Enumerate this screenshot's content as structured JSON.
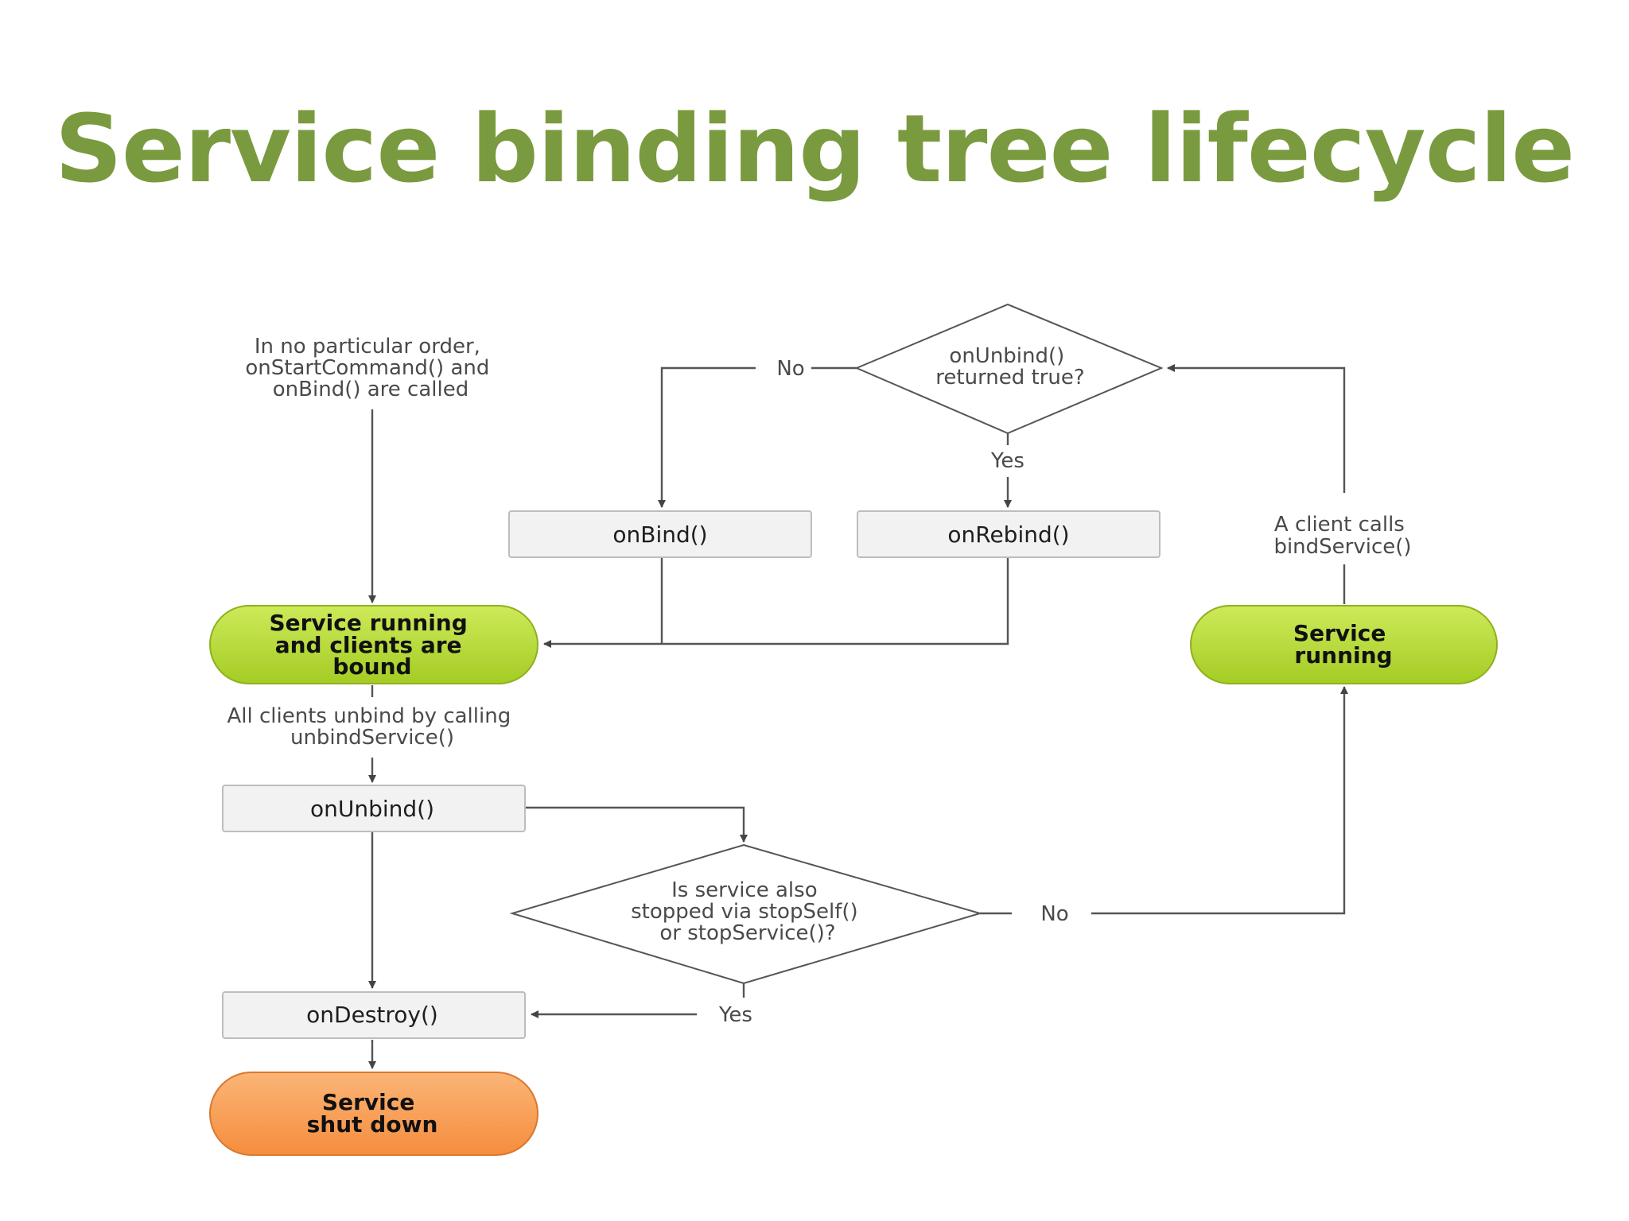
{
  "title": "Service binding tree lifecycle",
  "diagram": {
    "note_top": [
      "In no particular order,",
      "onStartCommand() and",
      "onBind() are called"
    ],
    "node_running_bound": [
      "Service running",
      "and clients are",
      "bound"
    ],
    "node_service_running": [
      "Service",
      "running"
    ],
    "node_shut_down": [
      "Service",
      "shut down"
    ],
    "box_onbind": "onBind()",
    "box_onrebind": "onRebind()",
    "box_onunbind": "onUnbind()",
    "box_ondestroy": "onDestroy()",
    "decision_unbind_true": [
      "onUnbind()",
      "returned true?"
    ],
    "decision_stopped": [
      "Is service also",
      "stopped via stopSelf()",
      "or stopService()?"
    ],
    "label_no_top": "No",
    "label_yes_top": "Yes",
    "label_no_right": "No",
    "label_yes_bottom": "Yes",
    "label_client_calls": [
      "A client calls",
      "bindService()"
    ],
    "label_all_unbind": [
      "All clients unbind by calling",
      "unbindService()"
    ],
    "colors": {
      "title": "#7a9a3f",
      "green_node": "#b2d831",
      "orange_node": "#f7a05a",
      "box_fill": "#f2f2f2"
    }
  }
}
